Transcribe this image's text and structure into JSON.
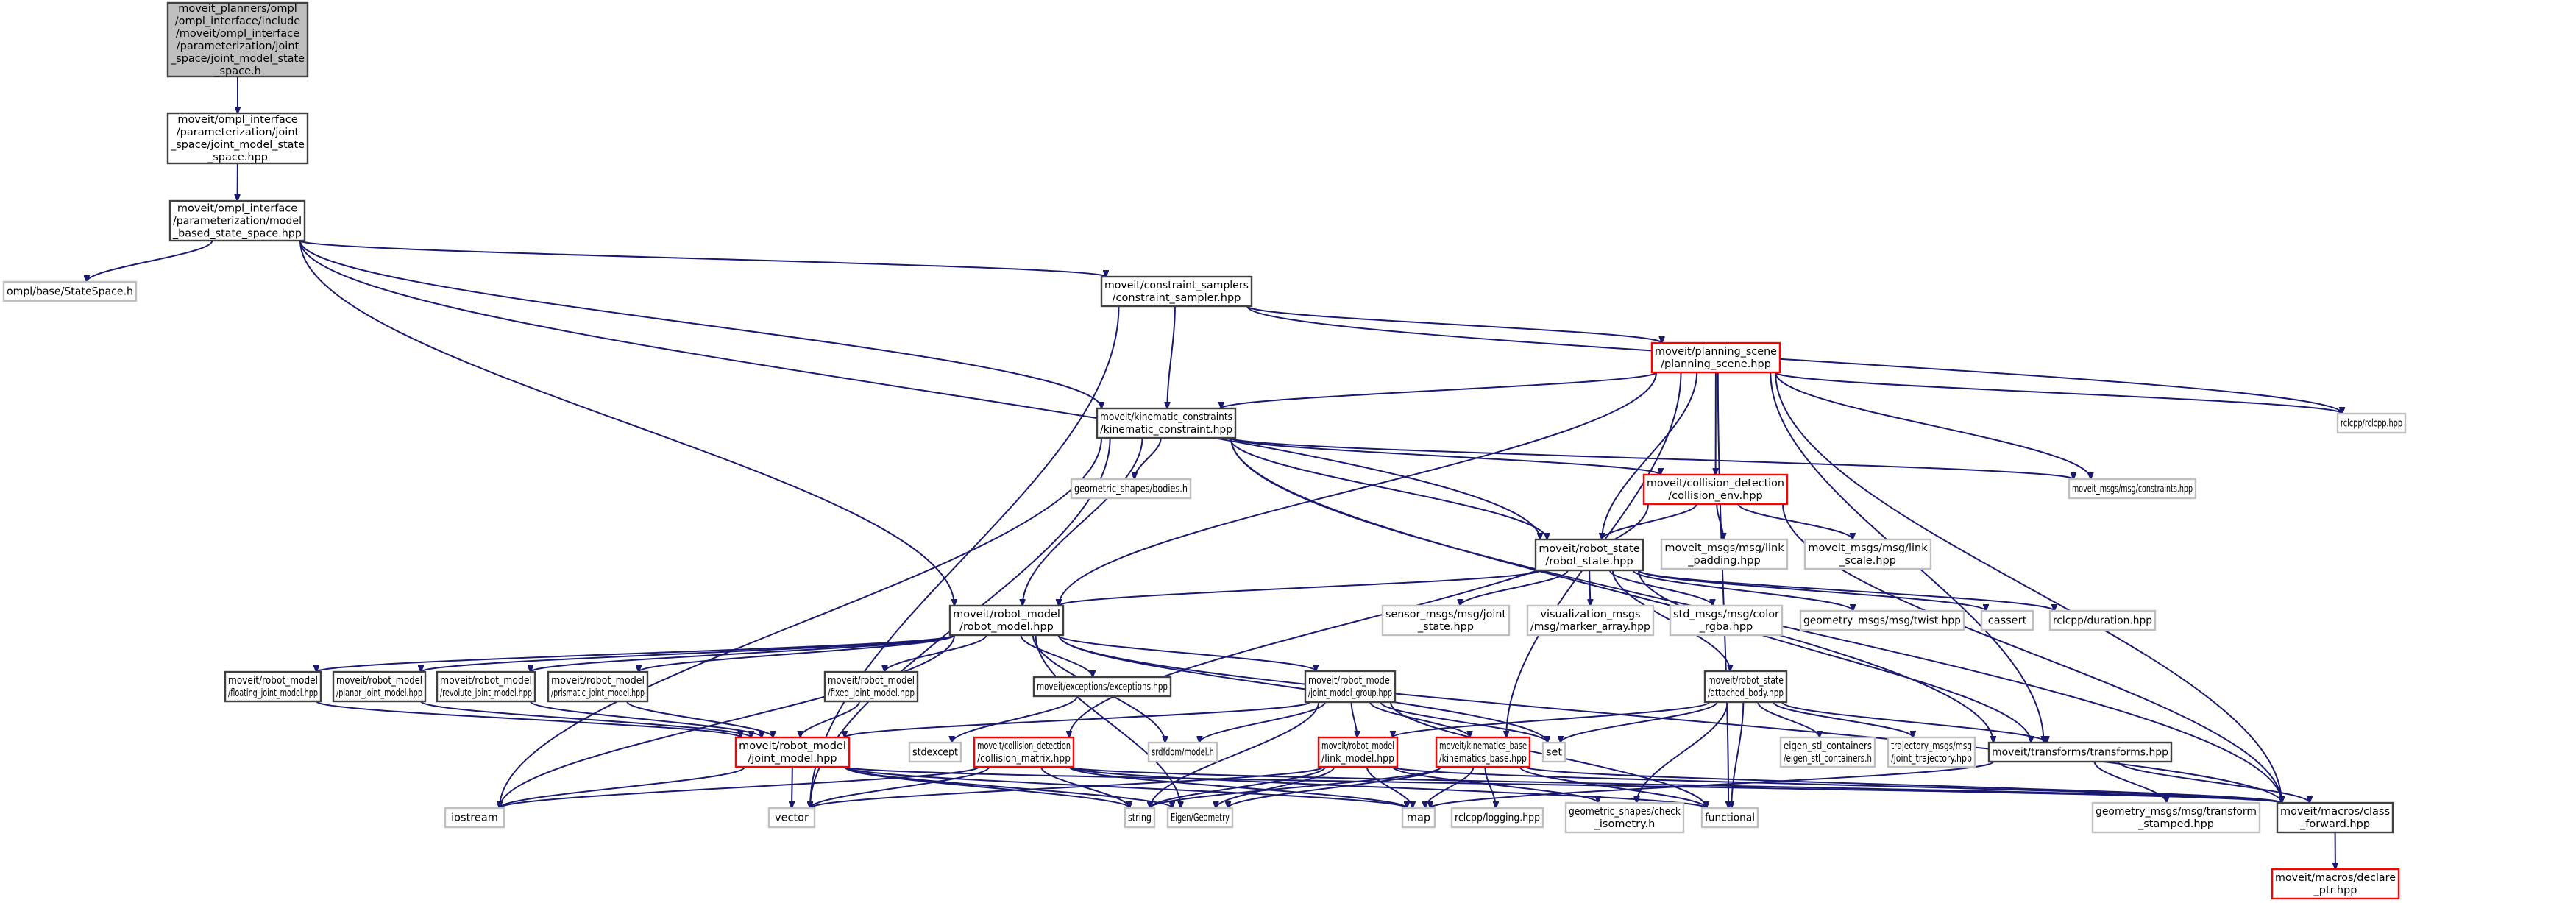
{
  "diagram": {
    "title": "Include dependency graph for joint_model_state_space.h",
    "colors": {
      "edge": "#191970",
      "root_fill": "#bfbfbf",
      "normal_border": "#404040",
      "external_border": "#bfbfbf",
      "truncated_border": "#ff0000"
    },
    "nodes": [
      {
        "id": "root",
        "style": "root",
        "lines": [
          "moveit_planners/ompl",
          "/ompl_interface/include",
          "/moveit/ompl_interface",
          "/parameterization/joint",
          "_space/joint_model_state",
          "_space.h"
        ]
      },
      {
        "id": "jmss_hpp",
        "style": "normal",
        "lines": [
          "moveit/ompl_interface",
          "/parameterization/joint",
          "_space/joint_model_state",
          "_space.hpp"
        ]
      },
      {
        "id": "mbss_hpp",
        "style": "normal",
        "lines": [
          "moveit/ompl_interface",
          "/parameterization/model",
          "_based_state_space.hpp"
        ]
      },
      {
        "id": "ompl_statespace",
        "style": "external",
        "lines": [
          "ompl/base/StateSpace.h"
        ]
      },
      {
        "id": "constraint_sampler",
        "style": "normal",
        "lines": [
          "moveit/constraint_samplers",
          "/constraint_sampler.hpp"
        ]
      },
      {
        "id": "planning_scene",
        "style": "truncated",
        "lines": [
          "moveit/planning_scene",
          "/planning_scene.hpp"
        ]
      },
      {
        "id": "rclcpp",
        "style": "external",
        "lines": [
          "rclcpp/rclcpp.hpp"
        ]
      },
      {
        "id": "kinematic_constraint",
        "style": "normal",
        "lines": [
          "moveit/kinematic_constraints",
          "/kinematic_constraint.hpp"
        ]
      },
      {
        "id": "bodies",
        "style": "external",
        "lines": [
          "geometric_shapes/bodies.h"
        ]
      },
      {
        "id": "collision_env",
        "style": "truncated",
        "lines": [
          "moveit/collision_detection",
          "/collision_env.hpp"
        ]
      },
      {
        "id": "constraints_msg",
        "style": "external",
        "lines": [
          "moveit_msgs/msg/constraints.hpp"
        ]
      },
      {
        "id": "link_padding",
        "style": "external",
        "lines": [
          "moveit_msgs/msg/link",
          "_padding.hpp"
        ]
      },
      {
        "id": "link_scale",
        "style": "external",
        "lines": [
          "moveit_msgs/msg/link",
          "_scale.hpp"
        ]
      },
      {
        "id": "robot_state",
        "style": "normal",
        "lines": [
          "moveit/robot_state",
          "/robot_state.hpp"
        ]
      },
      {
        "id": "joint_state",
        "style": "external",
        "lines": [
          "sensor_msgs/msg/joint",
          "_state.hpp"
        ]
      },
      {
        "id": "marker_array",
        "style": "external",
        "lines": [
          "visualization_msgs",
          "/msg/marker_array.hpp"
        ]
      },
      {
        "id": "color_rgba",
        "style": "external",
        "lines": [
          "std_msgs/msg/color",
          "_rgba.hpp"
        ]
      },
      {
        "id": "twist",
        "style": "external",
        "lines": [
          "geometry_msgs/msg/twist.hpp"
        ]
      },
      {
        "id": "cassert",
        "style": "external",
        "lines": [
          "cassert"
        ]
      },
      {
        "id": "duration",
        "style": "external",
        "lines": [
          "rclcpp/duration.hpp"
        ]
      },
      {
        "id": "robot_model",
        "style": "normal",
        "lines": [
          "moveit/robot_model",
          "/robot_model.hpp"
        ]
      },
      {
        "id": "floating_joint",
        "style": "normal",
        "lines": [
          "moveit/robot_model",
          "/floating_joint_model.hpp"
        ]
      },
      {
        "id": "planar_joint",
        "style": "normal",
        "lines": [
          "moveit/robot_model",
          "/planar_joint_model.hpp"
        ]
      },
      {
        "id": "revolute_joint",
        "style": "normal",
        "lines": [
          "moveit/robot_model",
          "/revolute_joint_model.hpp"
        ]
      },
      {
        "id": "prismatic_joint",
        "style": "normal",
        "lines": [
          "moveit/robot_model",
          "/prismatic_joint_model.hpp"
        ]
      },
      {
        "id": "fixed_joint",
        "style": "normal",
        "lines": [
          "moveit/robot_model",
          "/fixed_joint_model.hpp"
        ]
      },
      {
        "id": "exceptions",
        "style": "normal",
        "lines": [
          "moveit/exceptions/exceptions.hpp"
        ]
      },
      {
        "id": "joint_model_group",
        "style": "normal",
        "lines": [
          "moveit/robot_model",
          "/joint_model_group.hpp"
        ]
      },
      {
        "id": "attached_body",
        "style": "normal",
        "lines": [
          "moveit/robot_state",
          "/attached_body.hpp"
        ]
      },
      {
        "id": "joint_model",
        "style": "truncated",
        "lines": [
          "moveit/robot_model",
          "/joint_model.hpp"
        ]
      },
      {
        "id": "stdexcept",
        "style": "external",
        "lines": [
          "stdexcept"
        ]
      },
      {
        "id": "collision_matrix",
        "style": "truncated",
        "lines": [
          "moveit/collision_detection",
          "/collision_matrix.hpp"
        ]
      },
      {
        "id": "srdf_model",
        "style": "external",
        "lines": [
          "srdfdom/model.h"
        ]
      },
      {
        "id": "link_model",
        "style": "truncated",
        "lines": [
          "moveit/robot_model",
          "/link_model.hpp"
        ]
      },
      {
        "id": "kinematics_base",
        "style": "truncated",
        "lines": [
          "moveit/kinematics_base",
          "/kinematics_base.hpp"
        ]
      },
      {
        "id": "set",
        "style": "external",
        "lines": [
          "set"
        ]
      },
      {
        "id": "eigen_stl",
        "style": "external",
        "lines": [
          "eigen_stl_containers",
          "/eigen_stl_containers.h"
        ]
      },
      {
        "id": "joint_trajectory",
        "style": "external",
        "lines": [
          "trajectory_msgs/msg",
          "/joint_trajectory.hpp"
        ]
      },
      {
        "id": "transforms",
        "style": "normal",
        "lines": [
          "moveit/transforms/transforms.hpp"
        ]
      },
      {
        "id": "iostream",
        "style": "external",
        "lines": [
          "iostream"
        ]
      },
      {
        "id": "vector",
        "style": "external",
        "lines": [
          "vector"
        ]
      },
      {
        "id": "string",
        "style": "external",
        "lines": [
          "string"
        ]
      },
      {
        "id": "eigen_geometry",
        "style": "external",
        "lines": [
          "Eigen/Geometry"
        ]
      },
      {
        "id": "map",
        "style": "external",
        "lines": [
          "map"
        ]
      },
      {
        "id": "logging",
        "style": "external",
        "lines": [
          "rclcpp/logging.hpp"
        ]
      },
      {
        "id": "check_isometry",
        "style": "external",
        "lines": [
          "geometric_shapes/check",
          "_isometry.h"
        ]
      },
      {
        "id": "functional",
        "style": "external",
        "lines": [
          "functional"
        ]
      },
      {
        "id": "transform_stamped",
        "style": "external",
        "lines": [
          "geometry_msgs/msg/transform",
          "_stamped.hpp"
        ]
      },
      {
        "id": "class_forward",
        "style": "normal",
        "lines": [
          "moveit/macros/class",
          "_forward.hpp"
        ]
      },
      {
        "id": "declare_ptr",
        "style": "truncated",
        "lines": [
          "moveit/macros/declare",
          "_ptr.hpp"
        ]
      }
    ],
    "edges": [
      [
        "root",
        "jmss_hpp"
      ],
      [
        "jmss_hpp",
        "mbss_hpp"
      ],
      [
        "mbss_hpp",
        "ompl_statespace"
      ],
      [
        "mbss_hpp",
        "constraint_sampler"
      ],
      [
        "mbss_hpp",
        "kinematic_constraint"
      ],
      [
        "mbss_hpp",
        "robot_state"
      ],
      [
        "mbss_hpp",
        "robot_model"
      ],
      [
        "constraint_sampler",
        "planning_scene"
      ],
      [
        "constraint_sampler",
        "kinematic_constraint"
      ],
      [
        "constraint_sampler",
        "rclcpp"
      ],
      [
        "constraint_sampler",
        "vector"
      ],
      [
        "planning_scene",
        "rclcpp"
      ],
      [
        "planning_scene",
        "kinematic_constraint"
      ],
      [
        "planning_scene",
        "robot_model"
      ],
      [
        "planning_scene",
        "collision_env"
      ],
      [
        "planning_scene",
        "robot_state"
      ],
      [
        "planning_scene",
        "constraints_msg"
      ],
      [
        "planning_scene",
        "transforms"
      ],
      [
        "planning_scene",
        "class_forward"
      ],
      [
        "planning_scene",
        "kinematics_base"
      ],
      [
        "planning_scene",
        "functional"
      ],
      [
        "kinematic_constraint",
        "bodies"
      ],
      [
        "kinematic_constraint",
        "robot_model"
      ],
      [
        "kinematic_constraint",
        "robot_state"
      ],
      [
        "kinematic_constraint",
        "collision_env"
      ],
      [
        "kinematic_constraint",
        "constraints_msg"
      ],
      [
        "kinematic_constraint",
        "transforms"
      ],
      [
        "kinematic_constraint",
        "class_forward"
      ],
      [
        "kinematic_constraint",
        "iostream"
      ],
      [
        "kinematic_constraint",
        "vector"
      ],
      [
        "collision_env",
        "robot_state"
      ],
      [
        "collision_env",
        "link_padding"
      ],
      [
        "collision_env",
        "link_scale"
      ],
      [
        "collision_env",
        "class_forward"
      ],
      [
        "collision_env",
        "collision_matrix"
      ],
      [
        "robot_state",
        "robot_model"
      ],
      [
        "robot_state",
        "joint_state"
      ],
      [
        "robot_state",
        "marker_array"
      ],
      [
        "robot_state",
        "color_rgba"
      ],
      [
        "robot_state",
        "twist"
      ],
      [
        "robot_state",
        "cassert"
      ],
      [
        "robot_state",
        "duration"
      ],
      [
        "robot_state",
        "attached_body"
      ],
      [
        "robot_state",
        "transforms"
      ],
      [
        "robot_model",
        "floating_joint"
      ],
      [
        "robot_model",
        "planar_joint"
      ],
      [
        "robot_model",
        "revolute_joint"
      ],
      [
        "robot_model",
        "prismatic_joint"
      ],
      [
        "robot_model",
        "fixed_joint"
      ],
      [
        "robot_model",
        "exceptions"
      ],
      [
        "robot_model",
        "joint_model_group"
      ],
      [
        "robot_model",
        "srdf_model"
      ],
      [
        "robot_model",
        "iostream"
      ],
      [
        "robot_model",
        "eigen_geometry"
      ],
      [
        "robot_model",
        "set"
      ],
      [
        "robot_model",
        "class_forward"
      ],
      [
        "floating_joint",
        "joint_model"
      ],
      [
        "planar_joint",
        "joint_model"
      ],
      [
        "revolute_joint",
        "joint_model"
      ],
      [
        "prismatic_joint",
        "joint_model"
      ],
      [
        "fixed_joint",
        "joint_model"
      ],
      [
        "exceptions",
        "stdexcept"
      ],
      [
        "joint_model_group",
        "joint_model"
      ],
      [
        "joint_model_group",
        "srdf_model"
      ],
      [
        "joint_model_group",
        "link_model"
      ],
      [
        "joint_model_group",
        "kinematics_base"
      ],
      [
        "joint_model_group",
        "set"
      ],
      [
        "joint_model_group",
        "string"
      ],
      [
        "joint_model_group",
        "functional"
      ],
      [
        "attached_body",
        "link_model"
      ],
      [
        "attached_body",
        "set"
      ],
      [
        "attached_body",
        "eigen_stl"
      ],
      [
        "attached_body",
        "joint_trajectory"
      ],
      [
        "attached_body",
        "transforms"
      ],
      [
        "attached_body",
        "functional"
      ],
      [
        "attached_body",
        "check_isometry"
      ],
      [
        "joint_model",
        "vector"
      ],
      [
        "joint_model",
        "iostream"
      ],
      [
        "joint_model",
        "string"
      ],
      [
        "joint_model",
        "eigen_geometry"
      ],
      [
        "joint_model",
        "map"
      ],
      [
        "joint_model",
        "class_forward"
      ],
      [
        "collision_matrix",
        "string"
      ],
      [
        "collision_matrix",
        "vector"
      ],
      [
        "collision_matrix",
        "iostream"
      ],
      [
        "collision_matrix",
        "map"
      ],
      [
        "collision_matrix",
        "functional"
      ],
      [
        "collision_matrix",
        "class_forward"
      ],
      [
        "link_model",
        "string"
      ],
      [
        "link_model",
        "eigen_geometry"
      ],
      [
        "link_model",
        "map"
      ],
      [
        "link_model",
        "vector"
      ],
      [
        "link_model",
        "check_isometry"
      ],
      [
        "link_model",
        "class_forward"
      ],
      [
        "kinematics_base",
        "map"
      ],
      [
        "kinematics_base",
        "string"
      ],
      [
        "kinematics_base",
        "logging"
      ],
      [
        "kinematics_base",
        "functional"
      ],
      [
        "kinematics_base",
        "class_forward"
      ],
      [
        "kinematics_base",
        "eigen_geometry"
      ],
      [
        "transforms",
        "transform_stamped"
      ],
      [
        "transforms",
        "class_forward"
      ],
      [
        "transforms",
        "map"
      ],
      [
        "class_forward",
        "declare_ptr"
      ]
    ]
  }
}
